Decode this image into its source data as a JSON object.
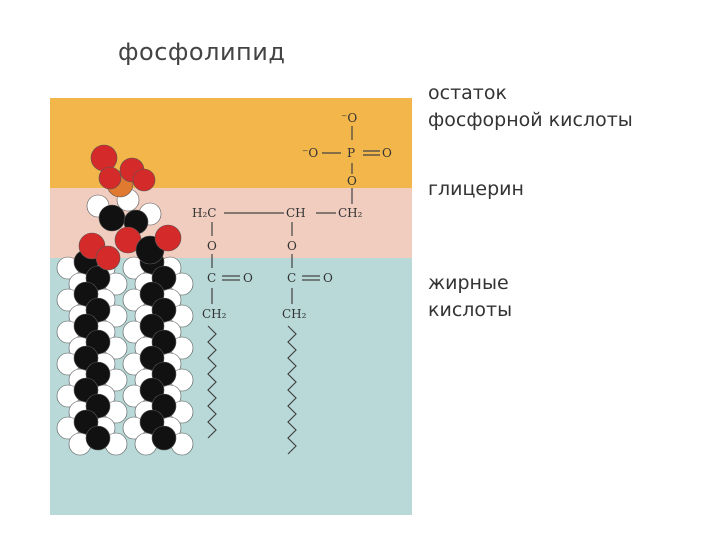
{
  "title": "фосфолипид",
  "colors": {
    "phosphate_band": "#f2b64a",
    "glycerol_band": "#f1cdbf",
    "fatty_band": "#b9d8d8",
    "oxygen_atom": "#d42a2a",
    "carbon_atom": "#111111",
    "hydrogen_atom": "#ffffff",
    "phosphorus_atom": "#e07a30"
  },
  "regions": [
    {
      "id": "phosphate",
      "lines": [
        "остаток",
        "фосфорной кислоты"
      ]
    },
    {
      "id": "glycerol",
      "lines": [
        "глицерин"
      ]
    },
    {
      "id": "fatty",
      "lines": [
        "жирные",
        "кислоты"
      ]
    }
  ],
  "formula": {
    "o_minus_top": "⁻O",
    "o_minus_left": "⁻O",
    "p": "P",
    "o_right": "O",
    "o_bridge": "O",
    "h2c": "H₂C",
    "ch": "CH",
    "ch2_right": "CH₂",
    "o_ester_left": "O",
    "o_ester_mid": "O",
    "c_left": "C",
    "o_dbl_left": "O",
    "c_mid": "C",
    "o_dbl_mid": "O",
    "ch2_chain_left": "CH₂",
    "ch2_chain_mid": "CH₂"
  }
}
